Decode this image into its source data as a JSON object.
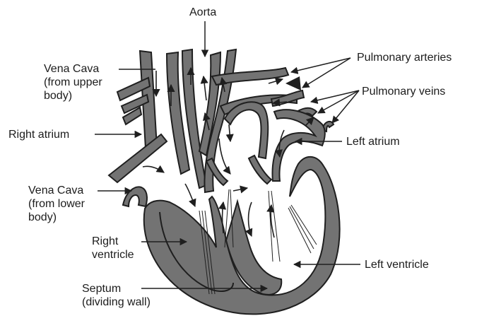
{
  "labels": {
    "aorta": "Aorta",
    "vena_cava_upper": "Vena Cava\n(from upper\nbody)",
    "right_atrium": "Right atrium",
    "vena_cava_lower": "Vena Cava\n(from lower\nbody)",
    "right_ventricle": "Right\nventricle",
    "septum": "Septum\n(dividing wall)",
    "pulmonary_arteries": "Pulmonary arteries",
    "pulmonary_veins": "Pulmonary veins",
    "left_atrium": "Left atrium",
    "left_ventricle": "Left ventricle"
  },
  "colors": {
    "tissue": "#737373",
    "outline": "#1f1f1f",
    "background": "#ffffff"
  }
}
